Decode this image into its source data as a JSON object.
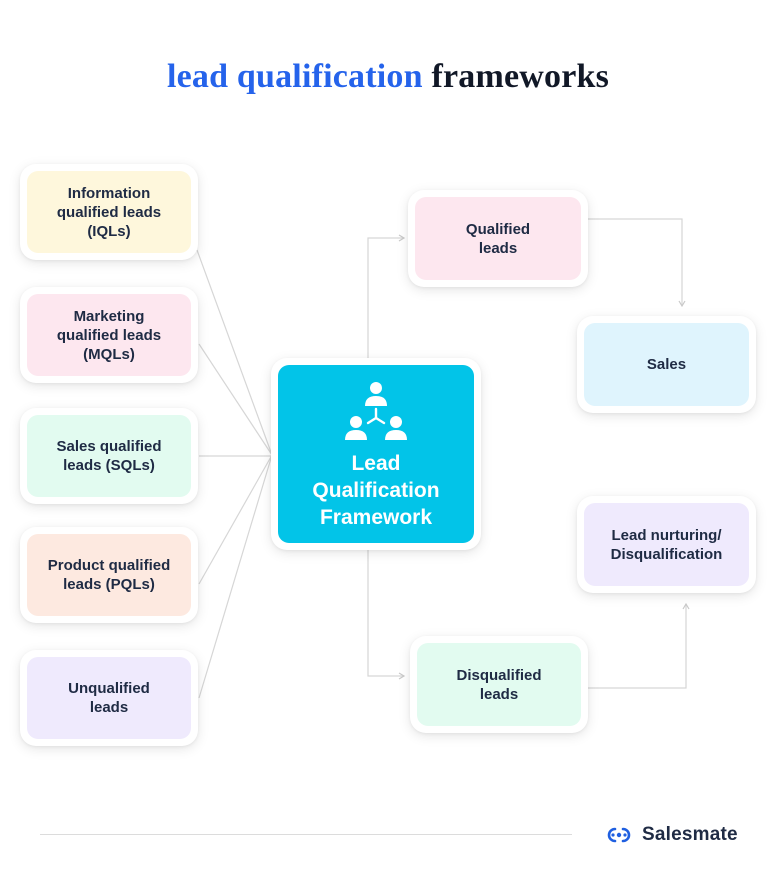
{
  "title": {
    "accent": "lead qualification",
    "rest": "frameworks"
  },
  "left_boxes": [
    {
      "label": "Information\nqualified leads\n(IQLs)"
    },
    {
      "label": "Marketing\nqualified leads\n(MQLs)"
    },
    {
      "label": "Sales qualified\nleads (SQLs)"
    },
    {
      "label": "Product qualified\nleads (PQLs)"
    },
    {
      "label": "Unqualified\nleads"
    }
  ],
  "center": {
    "label": "Lead\nQualification\nFramework",
    "icon": "people-network-icon"
  },
  "right_boxes": {
    "qualified": {
      "label": "Qualified\nleads"
    },
    "sales": {
      "label": "Sales"
    },
    "nurturing": {
      "label": "Lead nurturing/\nDisqualification"
    },
    "disqualified": {
      "label": "Disqualified\nleads"
    }
  },
  "brand": {
    "name": "Salesmate",
    "icon": "salesmate-logo-icon"
  },
  "colors": {
    "accent": "#2563eb",
    "center": "#02c4e8",
    "yellow": "#fef7dc",
    "pink": "#fde7ef",
    "green": "#e2fbf0",
    "peach": "#fde9e0",
    "lavender": "#efeafd",
    "sky": "#dff4fd"
  }
}
